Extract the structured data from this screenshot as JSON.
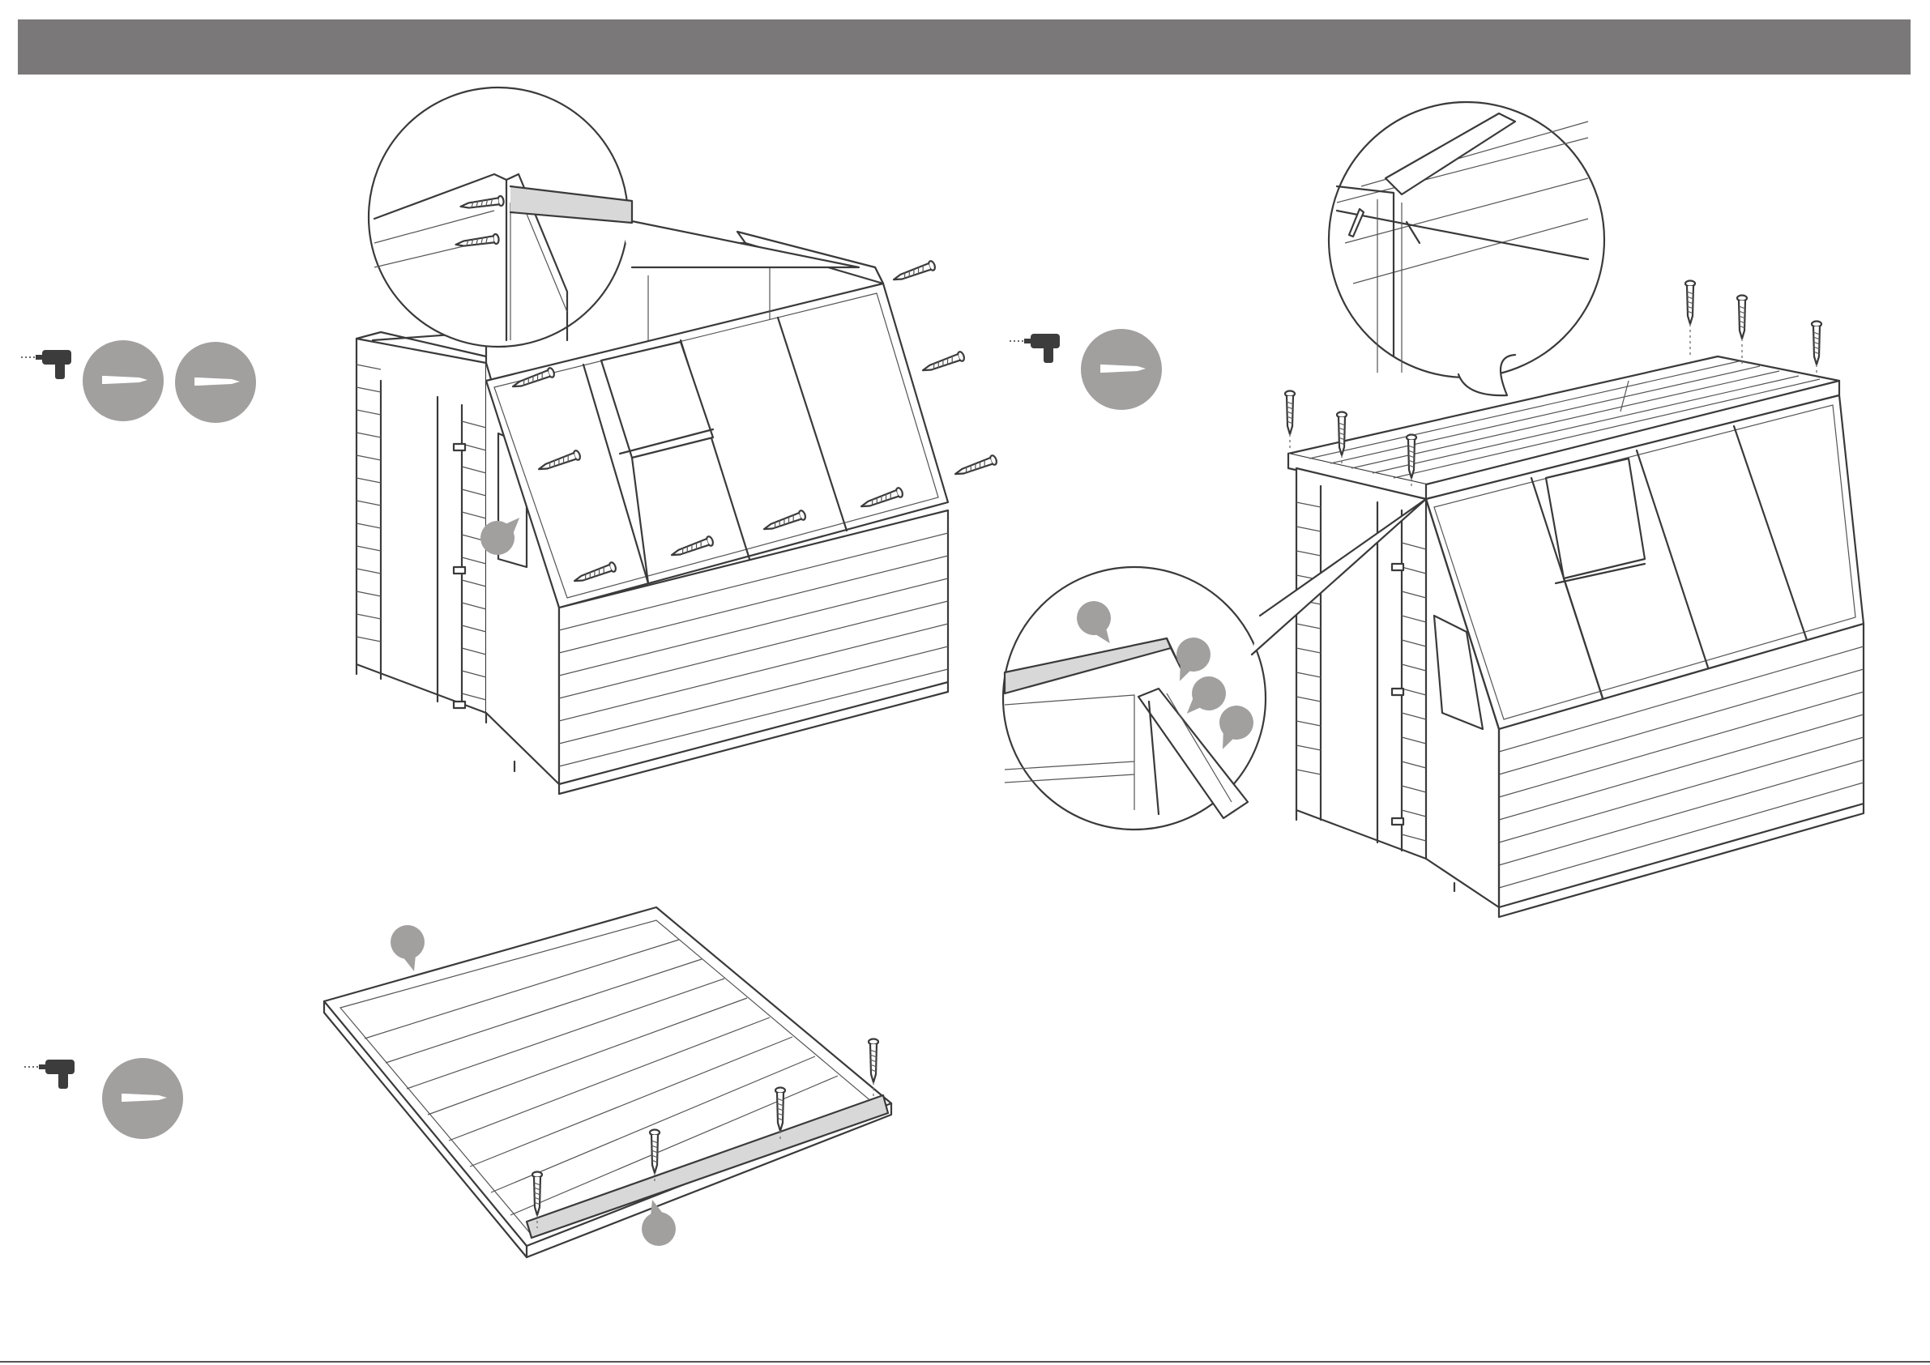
{
  "colors": {
    "header_bar": "#7a7878",
    "badge_gray": "#a29f9f",
    "drill_dark": "#3c3c3c",
    "line_art": "#3a3a3a"
  },
  "header": {
    "title": ""
  },
  "steps": [
    {
      "name": "fit-gable-and-window-panel",
      "tools": [
        "drill-icon",
        "screw-badge-icon",
        "screw-badge-icon"
      ]
    },
    {
      "name": "fit-roof-panel",
      "tools": [
        "drill-icon",
        "screw-badge-icon"
      ]
    },
    {
      "name": "fix-floor-bearer",
      "tools": [
        "drill-icon",
        "screw-badge-icon"
      ]
    }
  ]
}
